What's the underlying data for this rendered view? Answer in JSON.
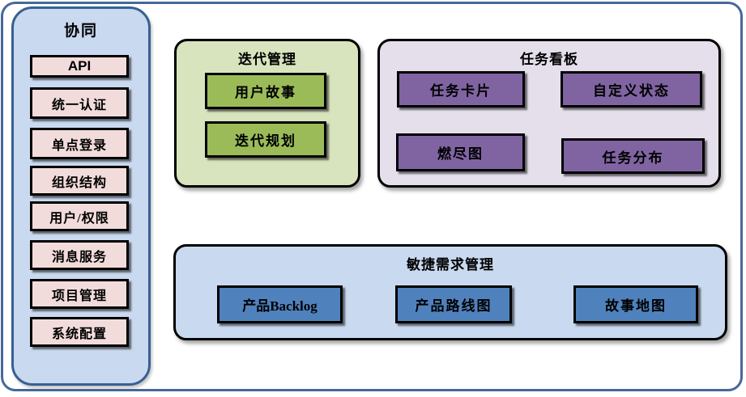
{
  "diagram": {
    "sidebar": {
      "title": "协同",
      "items": [
        {
          "label": "API"
        },
        {
          "label": "统一认证"
        },
        {
          "label": "单点登录"
        },
        {
          "label": "组织结构"
        },
        {
          "label": "用户/权限"
        },
        {
          "label": "消息服务"
        },
        {
          "label": "项目管理"
        },
        {
          "label": "系统配置"
        }
      ]
    },
    "groups": {
      "iteration": {
        "title": "迭代管理",
        "items": [
          {
            "label": "用户故事"
          },
          {
            "label": "迭代规划"
          }
        ]
      },
      "kanban": {
        "title": "任务看板",
        "items": [
          {
            "label": "任务卡片"
          },
          {
            "label": "自定义状态"
          },
          {
            "label": "燃尽图"
          },
          {
            "label": "任务分布"
          }
        ]
      },
      "requirements": {
        "title": "敏捷需求管理",
        "items": [
          {
            "label": "产品Backlog"
          },
          {
            "label": "产品路线图"
          },
          {
            "label": "故事地图"
          }
        ]
      }
    },
    "colors": {
      "frame_border": "#46689b",
      "sidebar_fill": "#c9d9ef",
      "sidebar_border": "#376092",
      "sidebar_item_fill": "#f2dcdb",
      "iteration_fill": "#d8e4bd",
      "iteration_item_fill": "#9bbb59",
      "kanban_fill": "#e5dfec",
      "kanban_item_fill": "#8064a2",
      "requirements_fill": "#c9d9ef",
      "requirements_item_fill": "#4f81bd",
      "item_border": "#000000"
    }
  }
}
